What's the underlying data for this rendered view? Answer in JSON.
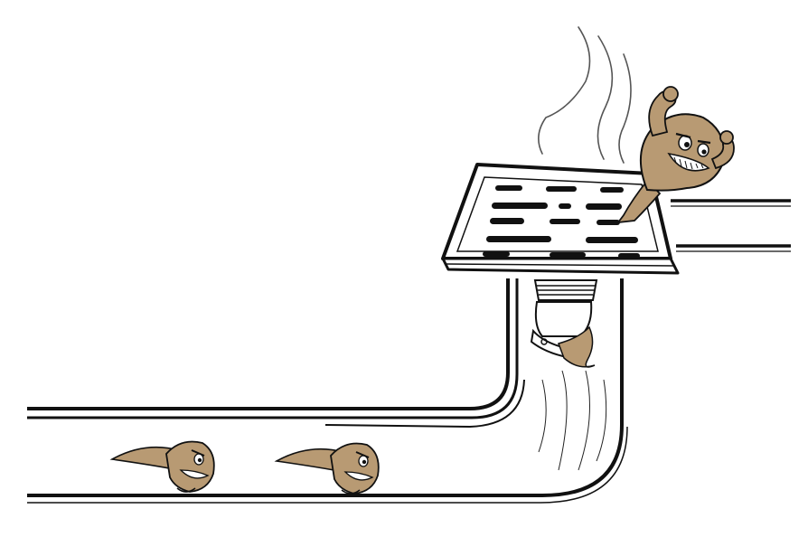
{
  "scene": {
    "background": "#ffffff",
    "ink_color": "#111111",
    "creature_color": "#b89a73",
    "creature_shadow": "#9a7d5a",
    "pipe_fill": "#ffffff",
    "steam_color": "#555555",
    "elements": [
      {
        "name": "floor-drain-grate",
        "kind": "drain"
      },
      {
        "name": "drain-pipe",
        "kind": "pipe"
      },
      {
        "name": "side-pipe-stubs",
        "kind": "pipe"
      },
      {
        "name": "steam-wisps",
        "kind": "steam"
      },
      {
        "name": "creature-on-drain",
        "kind": "creature",
        "pose": "flexing"
      },
      {
        "name": "creature-in-pipe-left",
        "kind": "creature",
        "pose": "swimming"
      },
      {
        "name": "creature-in-pipe-right",
        "kind": "creature",
        "pose": "swimming"
      },
      {
        "name": "creature-tail-in-trap",
        "kind": "creature",
        "pose": "tail"
      }
    ]
  }
}
